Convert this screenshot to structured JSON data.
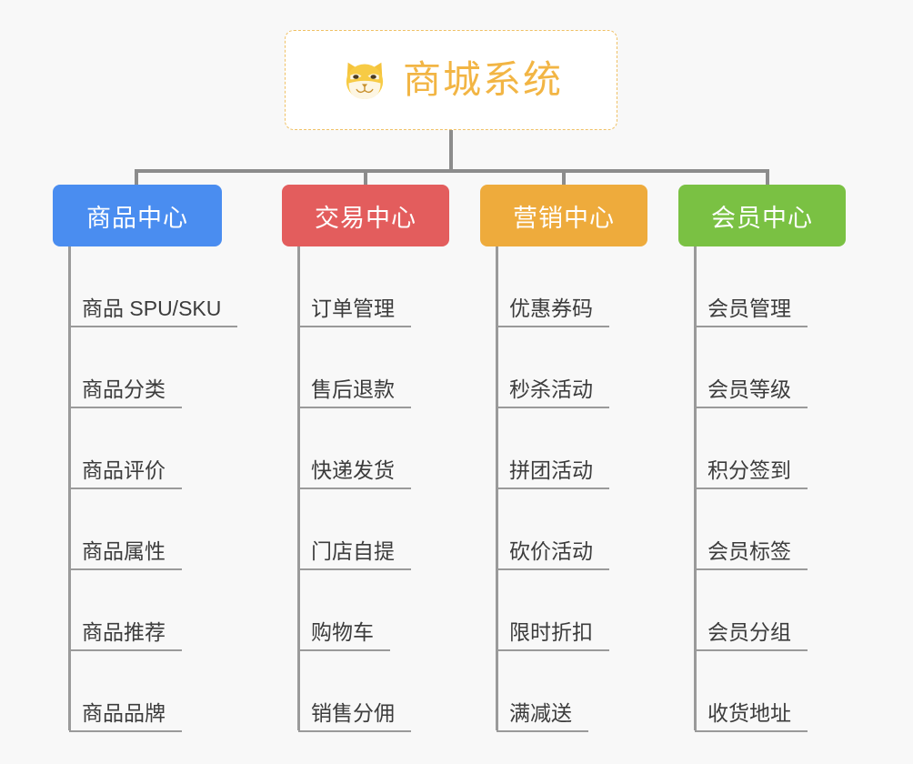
{
  "page": {
    "background_color": "#f8f8f8",
    "line_color": "#8c8c8c"
  },
  "root": {
    "icon": "shiba-dog-face-icon",
    "title": "商城系统",
    "title_color": "#f2b544",
    "border_color": "#f0c165",
    "background_color": "#ffffff"
  },
  "columns": [
    {
      "id": "product-center",
      "label": "商品中心",
      "color": "#4a8df0",
      "items": [
        "商品 SPU/SKU",
        "商品分类",
        "商品评价",
        "商品属性",
        "商品推荐",
        "商品品牌"
      ]
    },
    {
      "id": "trade-center",
      "label": "交易中心",
      "color": "#e35d5d",
      "items": [
        "订单管理",
        "售后退款",
        "快递发货",
        "门店自提",
        "购物车",
        "销售分佣"
      ]
    },
    {
      "id": "marketing-center",
      "label": "营销中心",
      "color": "#eeab3c",
      "items": [
        "优惠券码",
        "秒杀活动",
        "拼团活动",
        "砍价活动",
        "限时折扣",
        "满减送"
      ]
    },
    {
      "id": "member-center",
      "label": "会员中心",
      "color": "#7ac143",
      "items": [
        "会员管理",
        "会员等级",
        "积分签到",
        "会员标签",
        "会员分组",
        "收货地址"
      ]
    }
  ]
}
